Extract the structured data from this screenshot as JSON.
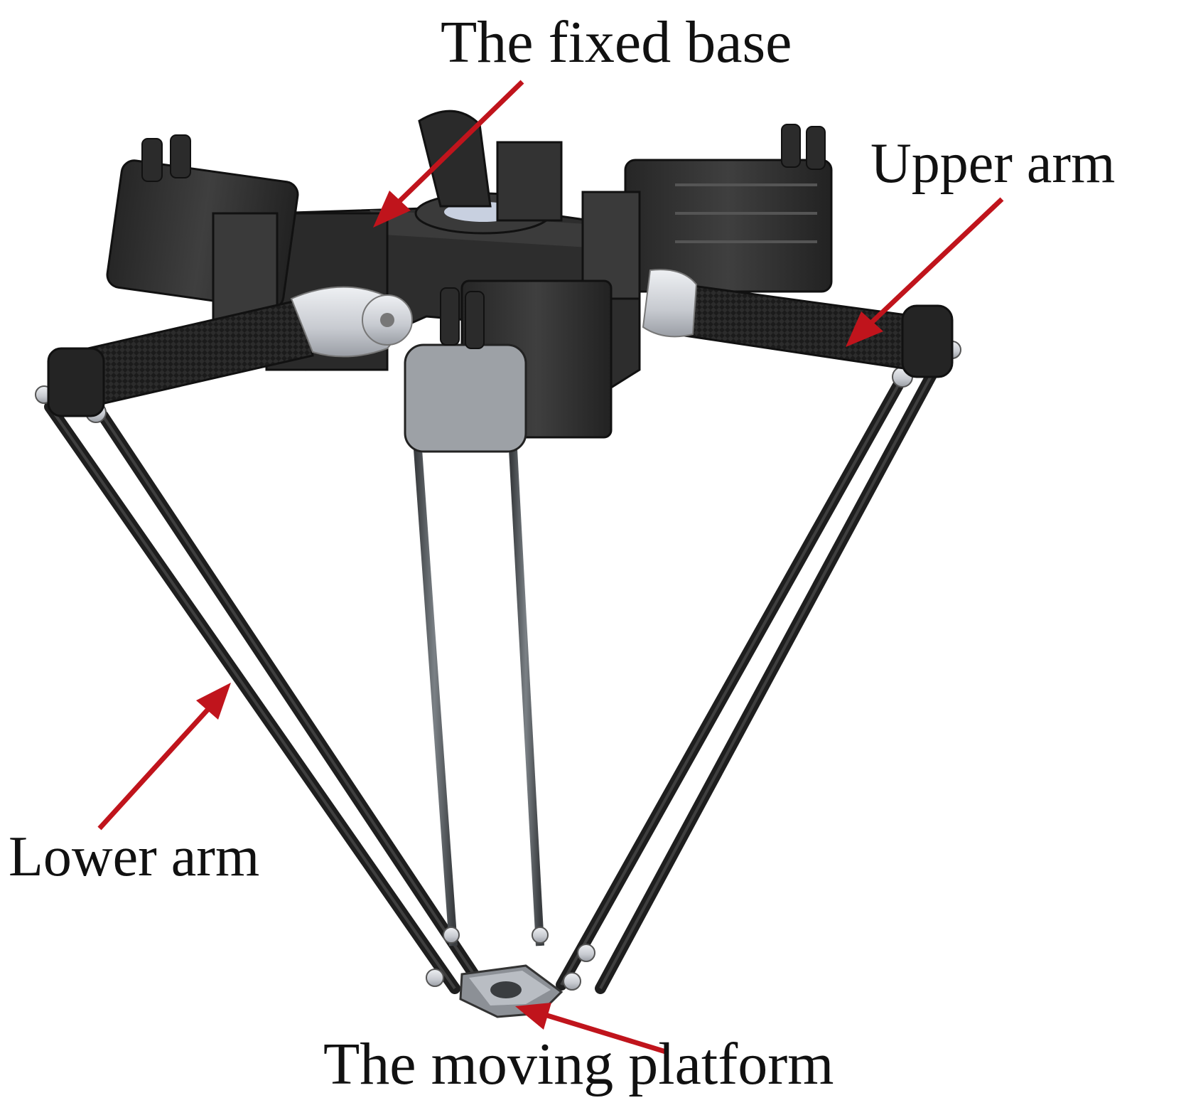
{
  "labels": {
    "fixed_base": "The fixed base",
    "upper_arm": "Upper arm",
    "lower_arm": "Lower arm",
    "moving_platform": "The moving platform"
  },
  "colors": {
    "arrow": "#c0141c",
    "motor_dark": "#2b2b2b",
    "motor_mid": "#3d3d3d",
    "base_plate": "#2f2f2f",
    "carbon_tube": "#1c1c1c",
    "aluminum": "#c9ccd2",
    "rod": "#5a5f63",
    "background": "#ffffff",
    "text": "#111111"
  }
}
